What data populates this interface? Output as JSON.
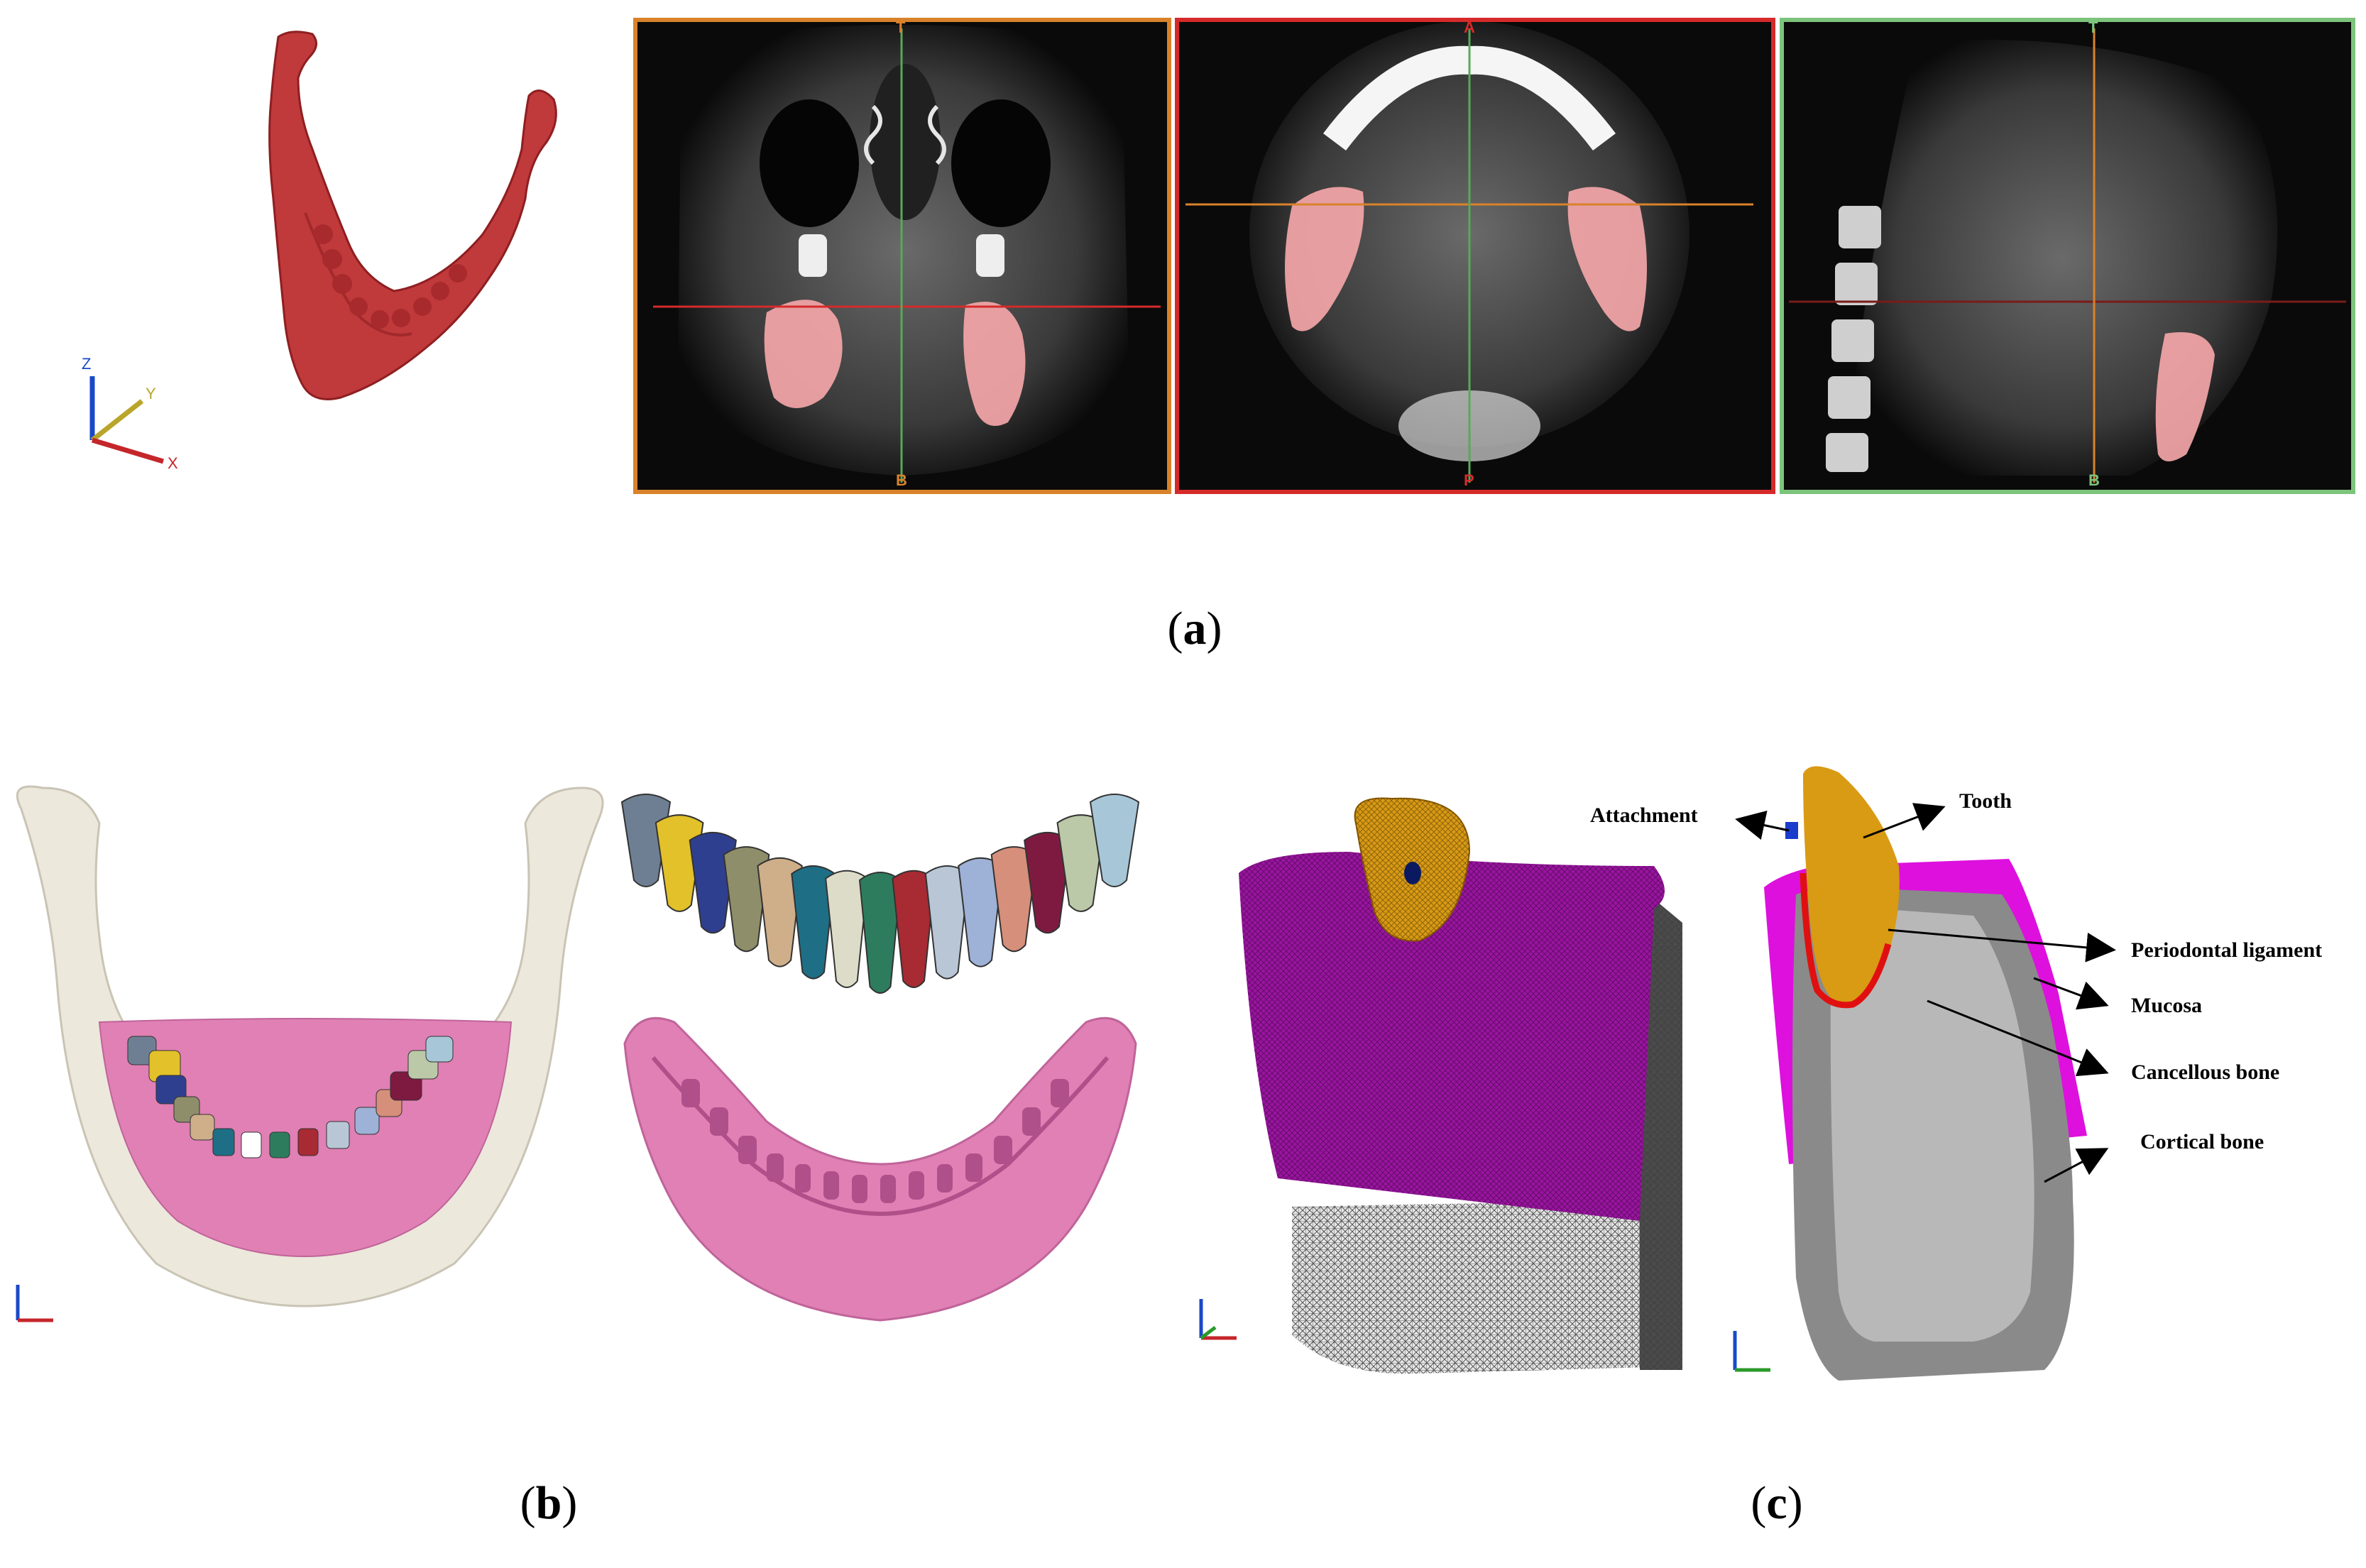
{
  "panel_a": {
    "caption_letter": "a",
    "ct_views": [
      {
        "top_marker": "T",
        "bottom_marker": "B",
        "frame_color": "#d9822b"
      },
      {
        "top_marker": "A",
        "bottom_marker": "P",
        "frame_color": "#d62a2a"
      },
      {
        "top_marker": "T",
        "bottom_marker": "B",
        "frame_color": "#7cc47c"
      }
    ],
    "mandible_color": "#c0393b",
    "segmentation_color": "#f4a6a8"
  },
  "panel_b": {
    "caption_letter": "b",
    "bone_color": "#ece8dc",
    "mucosa_color": "#e080b4",
    "tooth_colors": [
      "#6f7f93",
      "#e2c12a",
      "#2f3f8f",
      "#8e8e6a",
      "#cfae8a",
      "#1e6e86",
      "#dcdcc8",
      "#2e7c5e",
      "#a82a32",
      "#b9c6d6",
      "#9eb1d6",
      "#d68f7a",
      "#7e1a40",
      "#bcc9a8",
      "#a7c7d8"
    ]
  },
  "panel_c": {
    "caption_letter": "c",
    "labels": {
      "attachment": "Attachment",
      "tooth": "Tooth",
      "pdl": "Periodontal ligament",
      "mucosa": "Mucosa",
      "cancellous": "Cancellous bone",
      "cortical": "Cortical bone"
    },
    "colors": {
      "mucosa": "#dd10dd",
      "tooth": "#d99a14",
      "pdl": "#e01010",
      "cancellous": "#b8b8b8",
      "cortical": "#8a8a8a",
      "attachment": "#1a3ccc"
    }
  }
}
